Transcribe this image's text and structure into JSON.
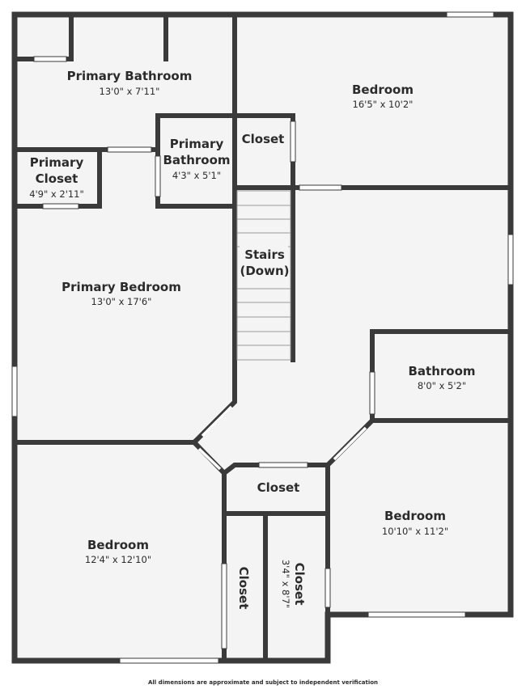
{
  "floorplan": {
    "rooms": {
      "primary_bathroom_main": {
        "name": "Primary Bathroom",
        "dims": "13'0\" x 7'11\""
      },
      "bedroom_top_right": {
        "name": "Bedroom",
        "dims": "16'5\" x 10'2\""
      },
      "primary_bathroom_small": {
        "name_line1": "Primary",
        "name_line2": "Bathroom",
        "dims": "4'3\" x 5'1\""
      },
      "closet_top": {
        "name": "Closet"
      },
      "primary_closet": {
        "name_line1": "Primary",
        "name_line2": "Closet",
        "dims": "4'9\" x 2'11\""
      },
      "stairs": {
        "name_line1": "Stairs",
        "name_line2": "(Down)"
      },
      "primary_bedroom": {
        "name": "Primary Bedroom",
        "dims": "13'0\" x 17'6\""
      },
      "bathroom": {
        "name": "Bathroom",
        "dims": "8'0\" x 5'2\""
      },
      "closet_hall": {
        "name": "Closet"
      },
      "bedroom_bottom_left": {
        "name": "Bedroom",
        "dims": "12'4\" x 12'10\""
      },
      "bedroom_bottom_right": {
        "name": "Bedroom",
        "dims": "10'10\" x 11'2\""
      },
      "closet_vertical_left": {
        "name": "Closet"
      },
      "closet_vertical_right": {
        "name": "Closet",
        "dims": "3'4\" x 8'7\""
      }
    },
    "disclaimer": "All dimensions are approximate and subject to independent verification",
    "colors": {
      "wall": "#3a3a3a",
      "floor": "#f4f4f4",
      "window": "#ffffff",
      "text": "#2b2b2b"
    }
  }
}
